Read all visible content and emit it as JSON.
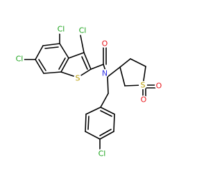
{
  "atom_colors": {
    "Cl": "#1aa31a",
    "S": "#b59a00",
    "O": "#e8161b",
    "N": "#2e2ee6"
  },
  "atoms": {
    "cl_3": "Cl",
    "cl_4": "Cl",
    "cl_6": "Cl",
    "s_thiophene": "S",
    "o_carbonyl": "O",
    "n_amide": "N",
    "s_sulfone": "S",
    "o_sulfone_1": "O",
    "o_sulfone_2": "O",
    "cl_para": "Cl"
  }
}
